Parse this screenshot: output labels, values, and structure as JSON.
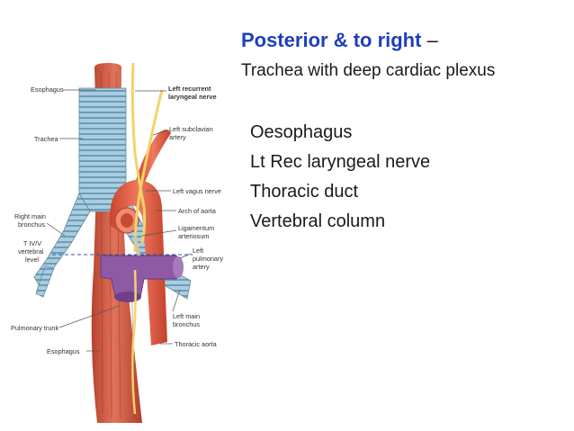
{
  "slide": {
    "heading_accent": "Posterior & to right",
    "heading_rest": " –",
    "subheading": "Trachea with deep cardiac plexus",
    "list_items": [
      "Oesophagus",
      "Lt Rec laryngeal nerve",
      "Thoracic duct",
      "Vertebral column"
    ]
  },
  "figure": {
    "labels": {
      "esophagus_top": "Esophagus",
      "left_recurrent_line1": "Left recurrent",
      "left_recurrent_line2": "laryngeal nerve",
      "trachea": "Trachea",
      "left_subclavian_line1": "Left subclavian",
      "left_subclavian_line2": "artery",
      "left_vagus": "Left vagus nerve",
      "arch_of_aorta": "Arch of aorta",
      "right_main_line1": "Right main",
      "right_main_line2": "bronchus",
      "ligamentum_line1": "Ligamentum",
      "ligamentum_line2": "arteriosum",
      "vertebral_line1": "T IV/V",
      "vertebral_line2": "vertebral",
      "vertebral_line3": "level",
      "left_pulmonary_line1": "Left",
      "left_pulmonary_line2": "pulmonary",
      "left_pulmonary_line3": "artery",
      "left_main_line1": "Left main",
      "left_main_line2": "bronchus",
      "pulmonary_trunk": "Pulmonary trunk",
      "thoracic_aorta": "Thoracic aorta",
      "esophagus_bottom": "Esophagus"
    },
    "colors": {
      "trachea": "#9fc3d6",
      "esophagus": "#d2563e",
      "aorta": "#e25a3f",
      "pulmonary": "#8e5aa6",
      "nerve": "#f2d46a"
    }
  }
}
